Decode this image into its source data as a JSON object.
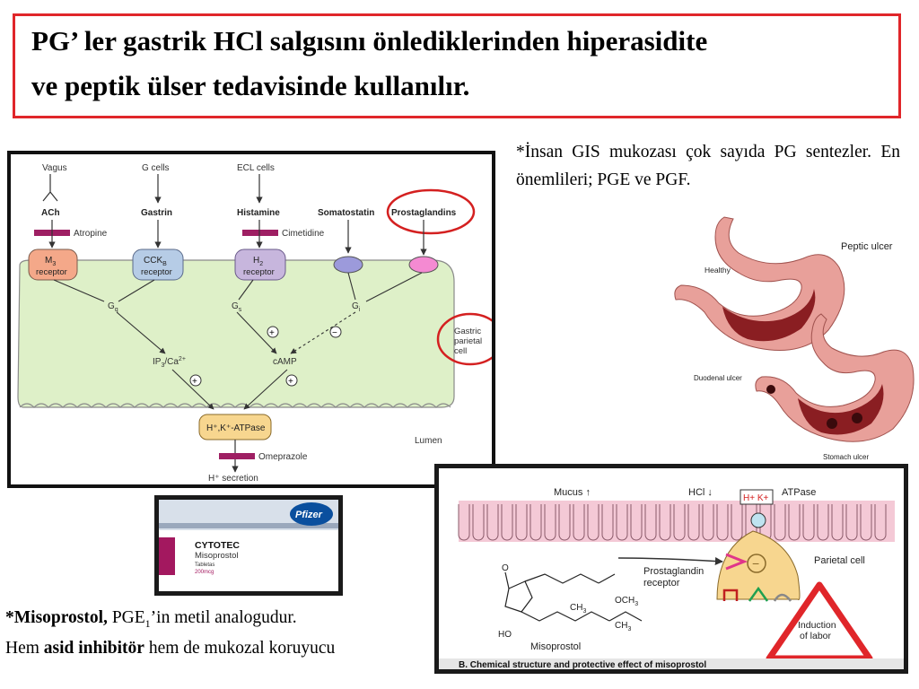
{
  "title": {
    "line1": "PG’ ler gastrik HCl salgısını önlediklerinden hiperasidite",
    "line2": "ve peptik ülser tedavisinde kullanılır."
  },
  "insan_text": "*İnsan GIS mukozası çok sayıda PG sentezler. En önemlileri; PGE ve PGF.",
  "pathway": {
    "top": [
      "Vagus",
      "G cells",
      "ECL cells"
    ],
    "ach": "ACh",
    "gastrin": "Gastrin",
    "histamine": "Histamine",
    "somatostatin": "Somatostatin",
    "prostaglandins": "Prostaglandins",
    "atropine": "Atropine",
    "cimetidine": "Cimetidine",
    "m3": "M",
    "m3_sub": "3",
    "receptor": "receptor",
    "cck": "CCK",
    "cck_sub": "B",
    "h2": "H",
    "h2_sub": "2",
    "gq": "G",
    "gq_sub": "q",
    "gs": "G",
    "gs_sub": "s",
    "gi": "G",
    "gi_sub": "i",
    "ip3": "IP",
    "ip3_sub": "3",
    "ip3_rest": "/Ca",
    "ip3_sup": "2+",
    "camp": "cAMP",
    "gastric": "Gastric",
    "parietal": "parietal",
    "cell": "cell",
    "pump": "H⁺,K⁺-ATPase",
    "omeprazole": "Omeprazole",
    "lumen": "Lumen",
    "secretion": "H⁺ secretion",
    "plus": "+",
    "minus": "−"
  },
  "stomach": {
    "peptic": "Peptic ulcer",
    "healthy": "Healthy",
    "duodenal": "Duodenal ulcer",
    "stomach_ulcer": "Stomach ulcer"
  },
  "cytotec": {
    "brand": "Pfizer",
    "name": "CYTOTEC",
    "generic": "Misoprostol",
    "form": "Tabletas",
    "dose": "200mcg"
  },
  "miso_panel": {
    "mucus": "Mucus ↑",
    "hcl": "HCl ↓",
    "hk": "H+ K+",
    "atpase": "ATPase",
    "pg_receptor_1": "Prostaglandin",
    "pg_receptor_2": "receptor",
    "parietal": "Parietal cell",
    "och3": "OCH",
    "och3_sub": "3",
    "ch3": "CH",
    "ch3_sub": "3",
    "ho": "HO",
    "o": "O",
    "misoprostol": "Misoprostol",
    "induction_1": "Induction",
    "induction_2": "of labor",
    "caption": "B. Chemical structure and protective effect of misoprostol",
    "minus": "−"
  },
  "miso_note": {
    "line1_bold": "*Misoprostol,",
    "line1_a": " PGE",
    "line1_sub": "1",
    "line1_b": "’in  metil analogudur.",
    "line2_a": "Hem ",
    "line2_bold": "asid inhibitör",
    "line2_b": " hem de mukozal koruyucu"
  },
  "colors": {
    "title_border": "#e0262a",
    "highlight_circle": "#d42020",
    "cell_fill": "#def0c8",
    "m3_fill": "#f4a889",
    "cck_fill": "#b6cce6",
    "h2_fill": "#c7b6dd",
    "atpase_fill": "#f7d68f",
    "drug_bar": "#9e1f63",
    "somatostatin_fill": "#9c9adb",
    "prostaglandin_fill": "#f48ad2",
    "stomach_fill": "#e8a09a",
    "stomach_inner": "#8a1e22",
    "mucus_fill": "#f4c9d6",
    "cytotec_stripe": "#a3185f",
    "pfizer_blue": "#0a4f9e"
  }
}
